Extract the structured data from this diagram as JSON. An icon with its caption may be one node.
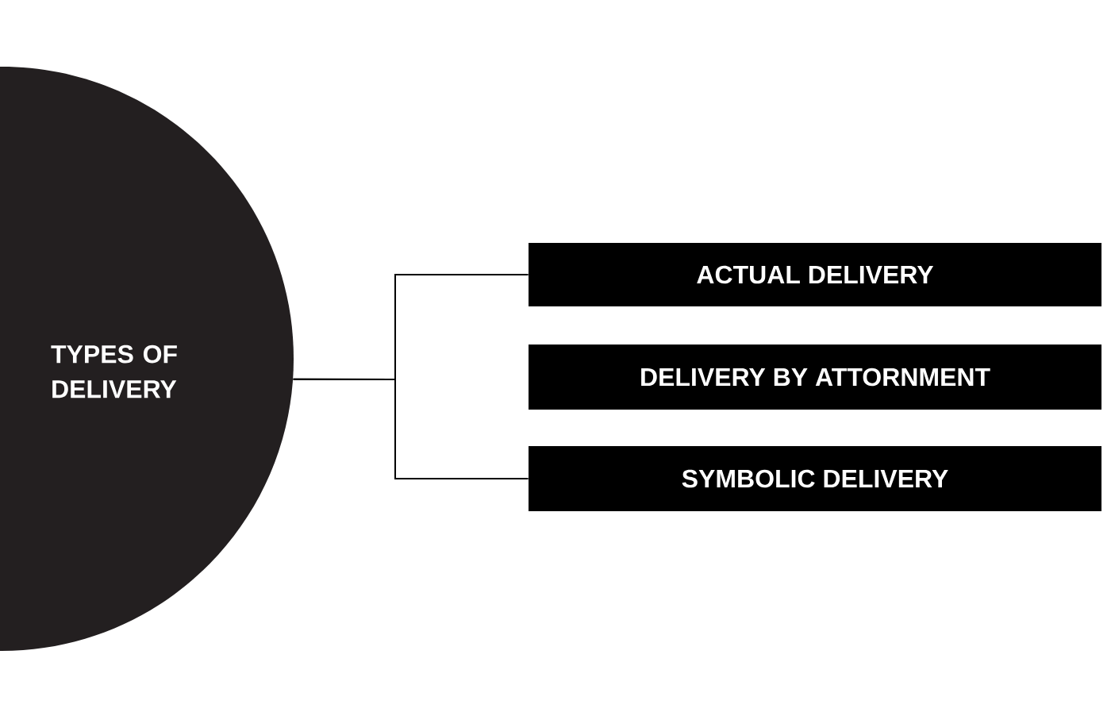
{
  "diagram": {
    "nodes": [
      {
        "text": [
          "TYPES OF DELIVERY"
        ]
      },
      {
        "text": [
          "ACTUAL DELIVERY"
        ]
      },
      {
        "text": [
          "DELIVERY BY ATTORNMENT"
        ]
      },
      {
        "text": [
          "SYMBOLIC DELIVERY"
        ]
      }
    ],
    "edges": [
      {
        "from": 0,
        "to": 1,
        "arrow": "none"
      },
      {
        "from": 0,
        "to": 3,
        "arrow": "none"
      }
    ]
  }
}
